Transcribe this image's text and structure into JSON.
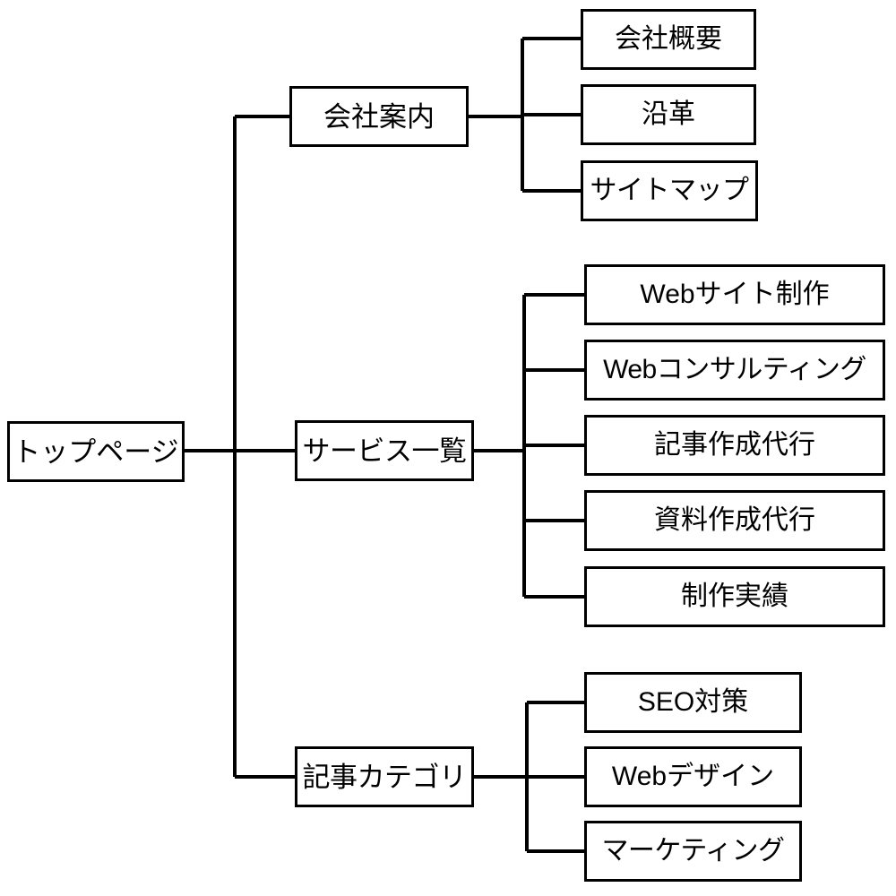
{
  "diagram": {
    "type": "sitemap-tree",
    "title": "",
    "colors": {
      "background": "#ffffff",
      "box_fill": "#ffffff",
      "box_border": "#000000",
      "connector": "#000000",
      "text": "#000000"
    },
    "root": {
      "label": "トップページ"
    },
    "branches": [
      {
        "label": "会社案内",
        "children": [
          {
            "label": "会社概要"
          },
          {
            "label": "沿革"
          },
          {
            "label": "サイトマップ"
          }
        ]
      },
      {
        "label": "サービス一覧",
        "children": [
          {
            "label": "Webサイト制作"
          },
          {
            "label": "Webコンサルティング"
          },
          {
            "label": "記事作成代行"
          },
          {
            "label": "資料作成代行"
          },
          {
            "label": "制作実績"
          }
        ]
      },
      {
        "label": "記事カテゴリ",
        "children": [
          {
            "label": "SEO対策"
          },
          {
            "label": "Webデザイン"
          },
          {
            "label": "マーケティング"
          }
        ]
      }
    ]
  }
}
